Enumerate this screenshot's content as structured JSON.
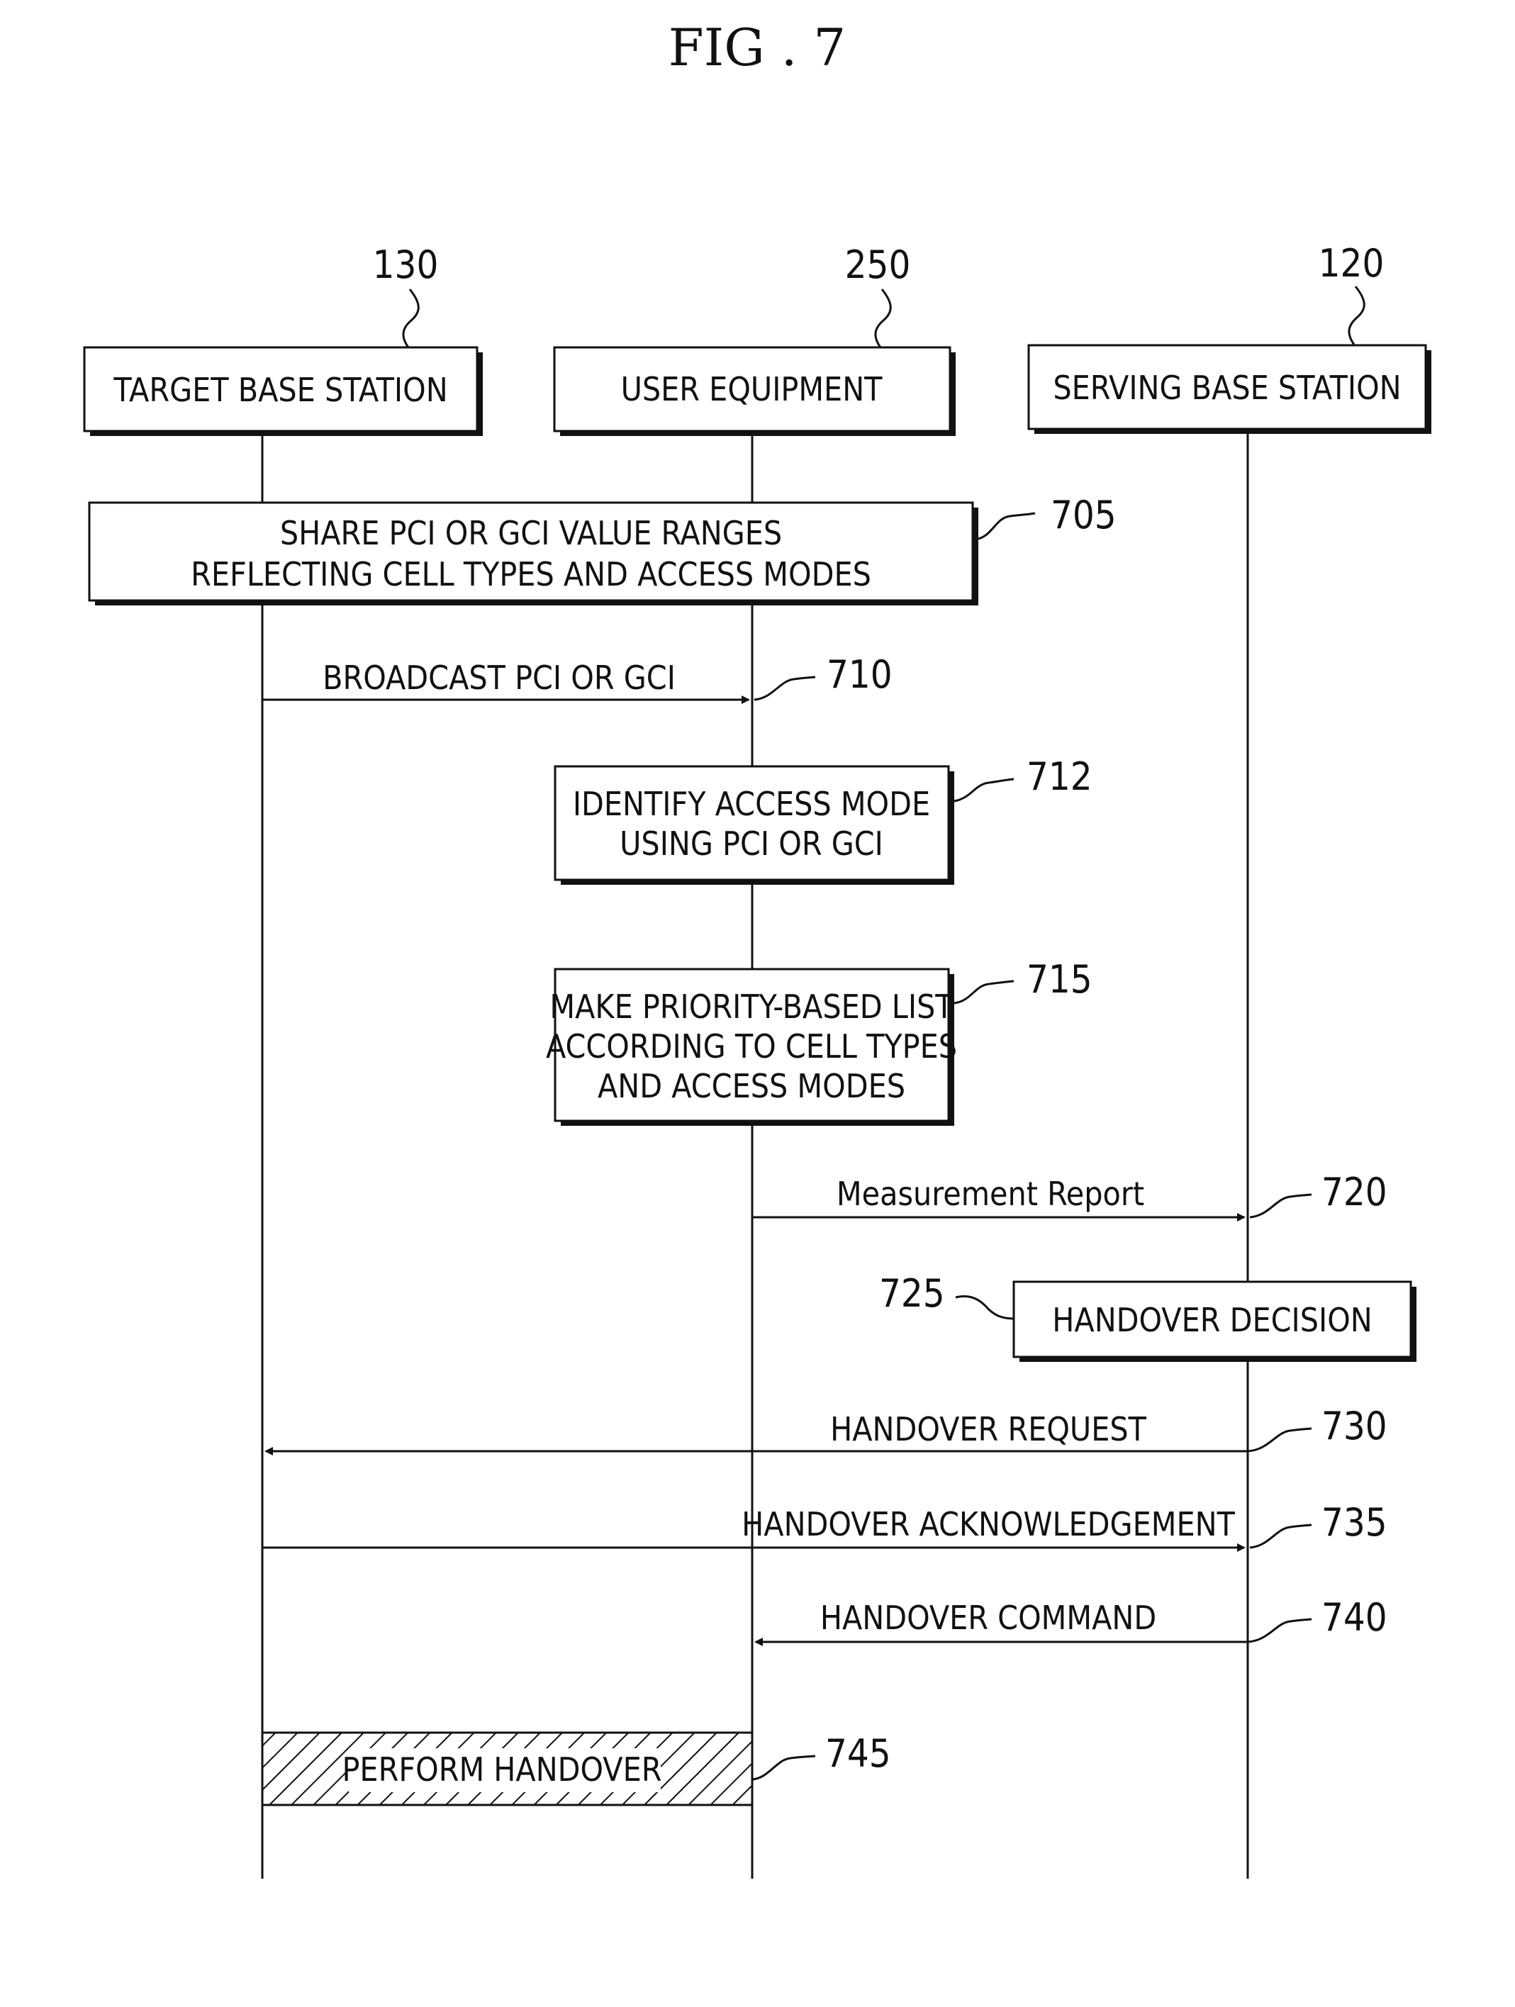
{
  "figure_title": "FIG . 7",
  "entities": [
    {
      "ref": "130",
      "label": "TARGET BASE STATION"
    },
    {
      "ref": "250",
      "label": "USER EQUIPMENT"
    },
    {
      "ref": "120",
      "label": "SERVING BASE STATION"
    }
  ],
  "steps": {
    "s705": {
      "ref": "705",
      "lines": [
        "SHARE PCI OR GCI VALUE RANGES",
        "REFLECTING CELL TYPES AND ACCESS MODES"
      ]
    },
    "s710": {
      "ref": "710",
      "label": "BROADCAST PCI OR GCI"
    },
    "s712": {
      "ref": "712",
      "lines": [
        "IDENTIFY ACCESS MODE",
        "USING PCI OR GCI"
      ]
    },
    "s715": {
      "ref": "715",
      "lines": [
        "MAKE PRIORITY-BASED LIST",
        "ACCORDING TO CELL TYPES",
        "AND ACCESS MODES"
      ]
    },
    "s720": {
      "ref": "720",
      "label": "Measurement Report"
    },
    "s725": {
      "ref": "725",
      "label": "HANDOVER DECISION"
    },
    "s730": {
      "ref": "730",
      "label": "HANDOVER REQUEST"
    },
    "s735": {
      "ref": "735",
      "label": "HANDOVER ACKNOWLEDGEMENT"
    },
    "s740": {
      "ref": "740",
      "label": "HANDOVER COMMAND"
    },
    "s745": {
      "ref": "745",
      "label": "PERFORM HANDOVER"
    }
  }
}
